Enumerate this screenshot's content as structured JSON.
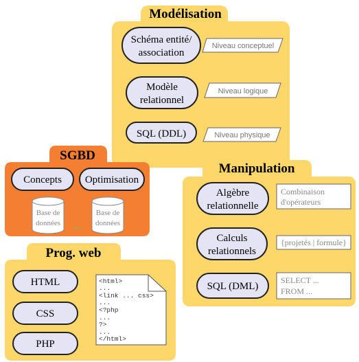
{
  "colors": {
    "yellow": "#fdd76a",
    "orange": "#f47e32",
    "pill_fill": "#e4e4f4",
    "pill_stroke": "#222222",
    "dots": "#8bb84a"
  },
  "modelisation": {
    "title": "Modélisation",
    "items": [
      {
        "line1": "Schéma entité/",
        "line2": "association",
        "tag": "Niveau conceptuel"
      },
      {
        "line1": "Modèle",
        "line2": "relationnel",
        "tag": "Niveau logique"
      },
      {
        "line1": "SQL (DDL)",
        "tag": "Niveau physique"
      }
    ]
  },
  "sgbd": {
    "title": "SGBD",
    "buttons": [
      "Concepts",
      "Optimisation"
    ],
    "db": {
      "line1": "Base de",
      "line2": "données"
    },
    "dots": "..."
  },
  "manipulation": {
    "title": "Manipulation",
    "items": [
      {
        "line1": "Algèbre",
        "line2": "relationnelle",
        "note1": "Combinaison",
        "note2": "d'opérateurs"
      },
      {
        "line1": "Calculs",
        "line2": "relationnels",
        "note1": "{projetés | formule}"
      },
      {
        "line1": "SQL (DML)",
        "note1": "SELECT ...",
        "note2": "FROM ..."
      }
    ]
  },
  "progweb": {
    "title": "Prog. web",
    "items": [
      "HTML",
      "CSS",
      "PHP"
    ],
    "code": [
      "<html>",
      "...",
      "<link ... css>",
      "...",
      "<?php",
      "...",
      "?>",
      "...",
      "</html>"
    ]
  }
}
